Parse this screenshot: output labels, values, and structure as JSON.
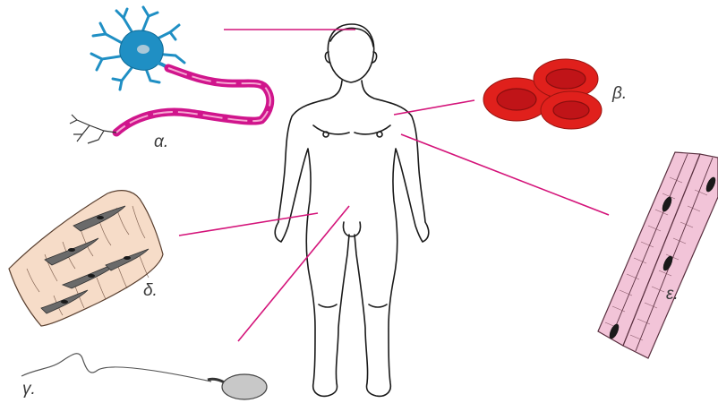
{
  "labels": {
    "neuron": "α.",
    "red_blood_cells": "β.",
    "sperm_cell": "γ.",
    "smooth_muscle": "δ.",
    "cardiac_muscle": "ε."
  },
  "colors": {
    "pointer_line": "#d4147a",
    "neuron_body": "#1f8fc4",
    "myelin": "#d0158c",
    "red_cell": "#e0201c",
    "muscle_pink": "#f2c4d8",
    "tissue_beige": "#f6dcc8",
    "sperm_gray": "#c8c8c8",
    "nucleus_dark": "#2a2a2a"
  }
}
